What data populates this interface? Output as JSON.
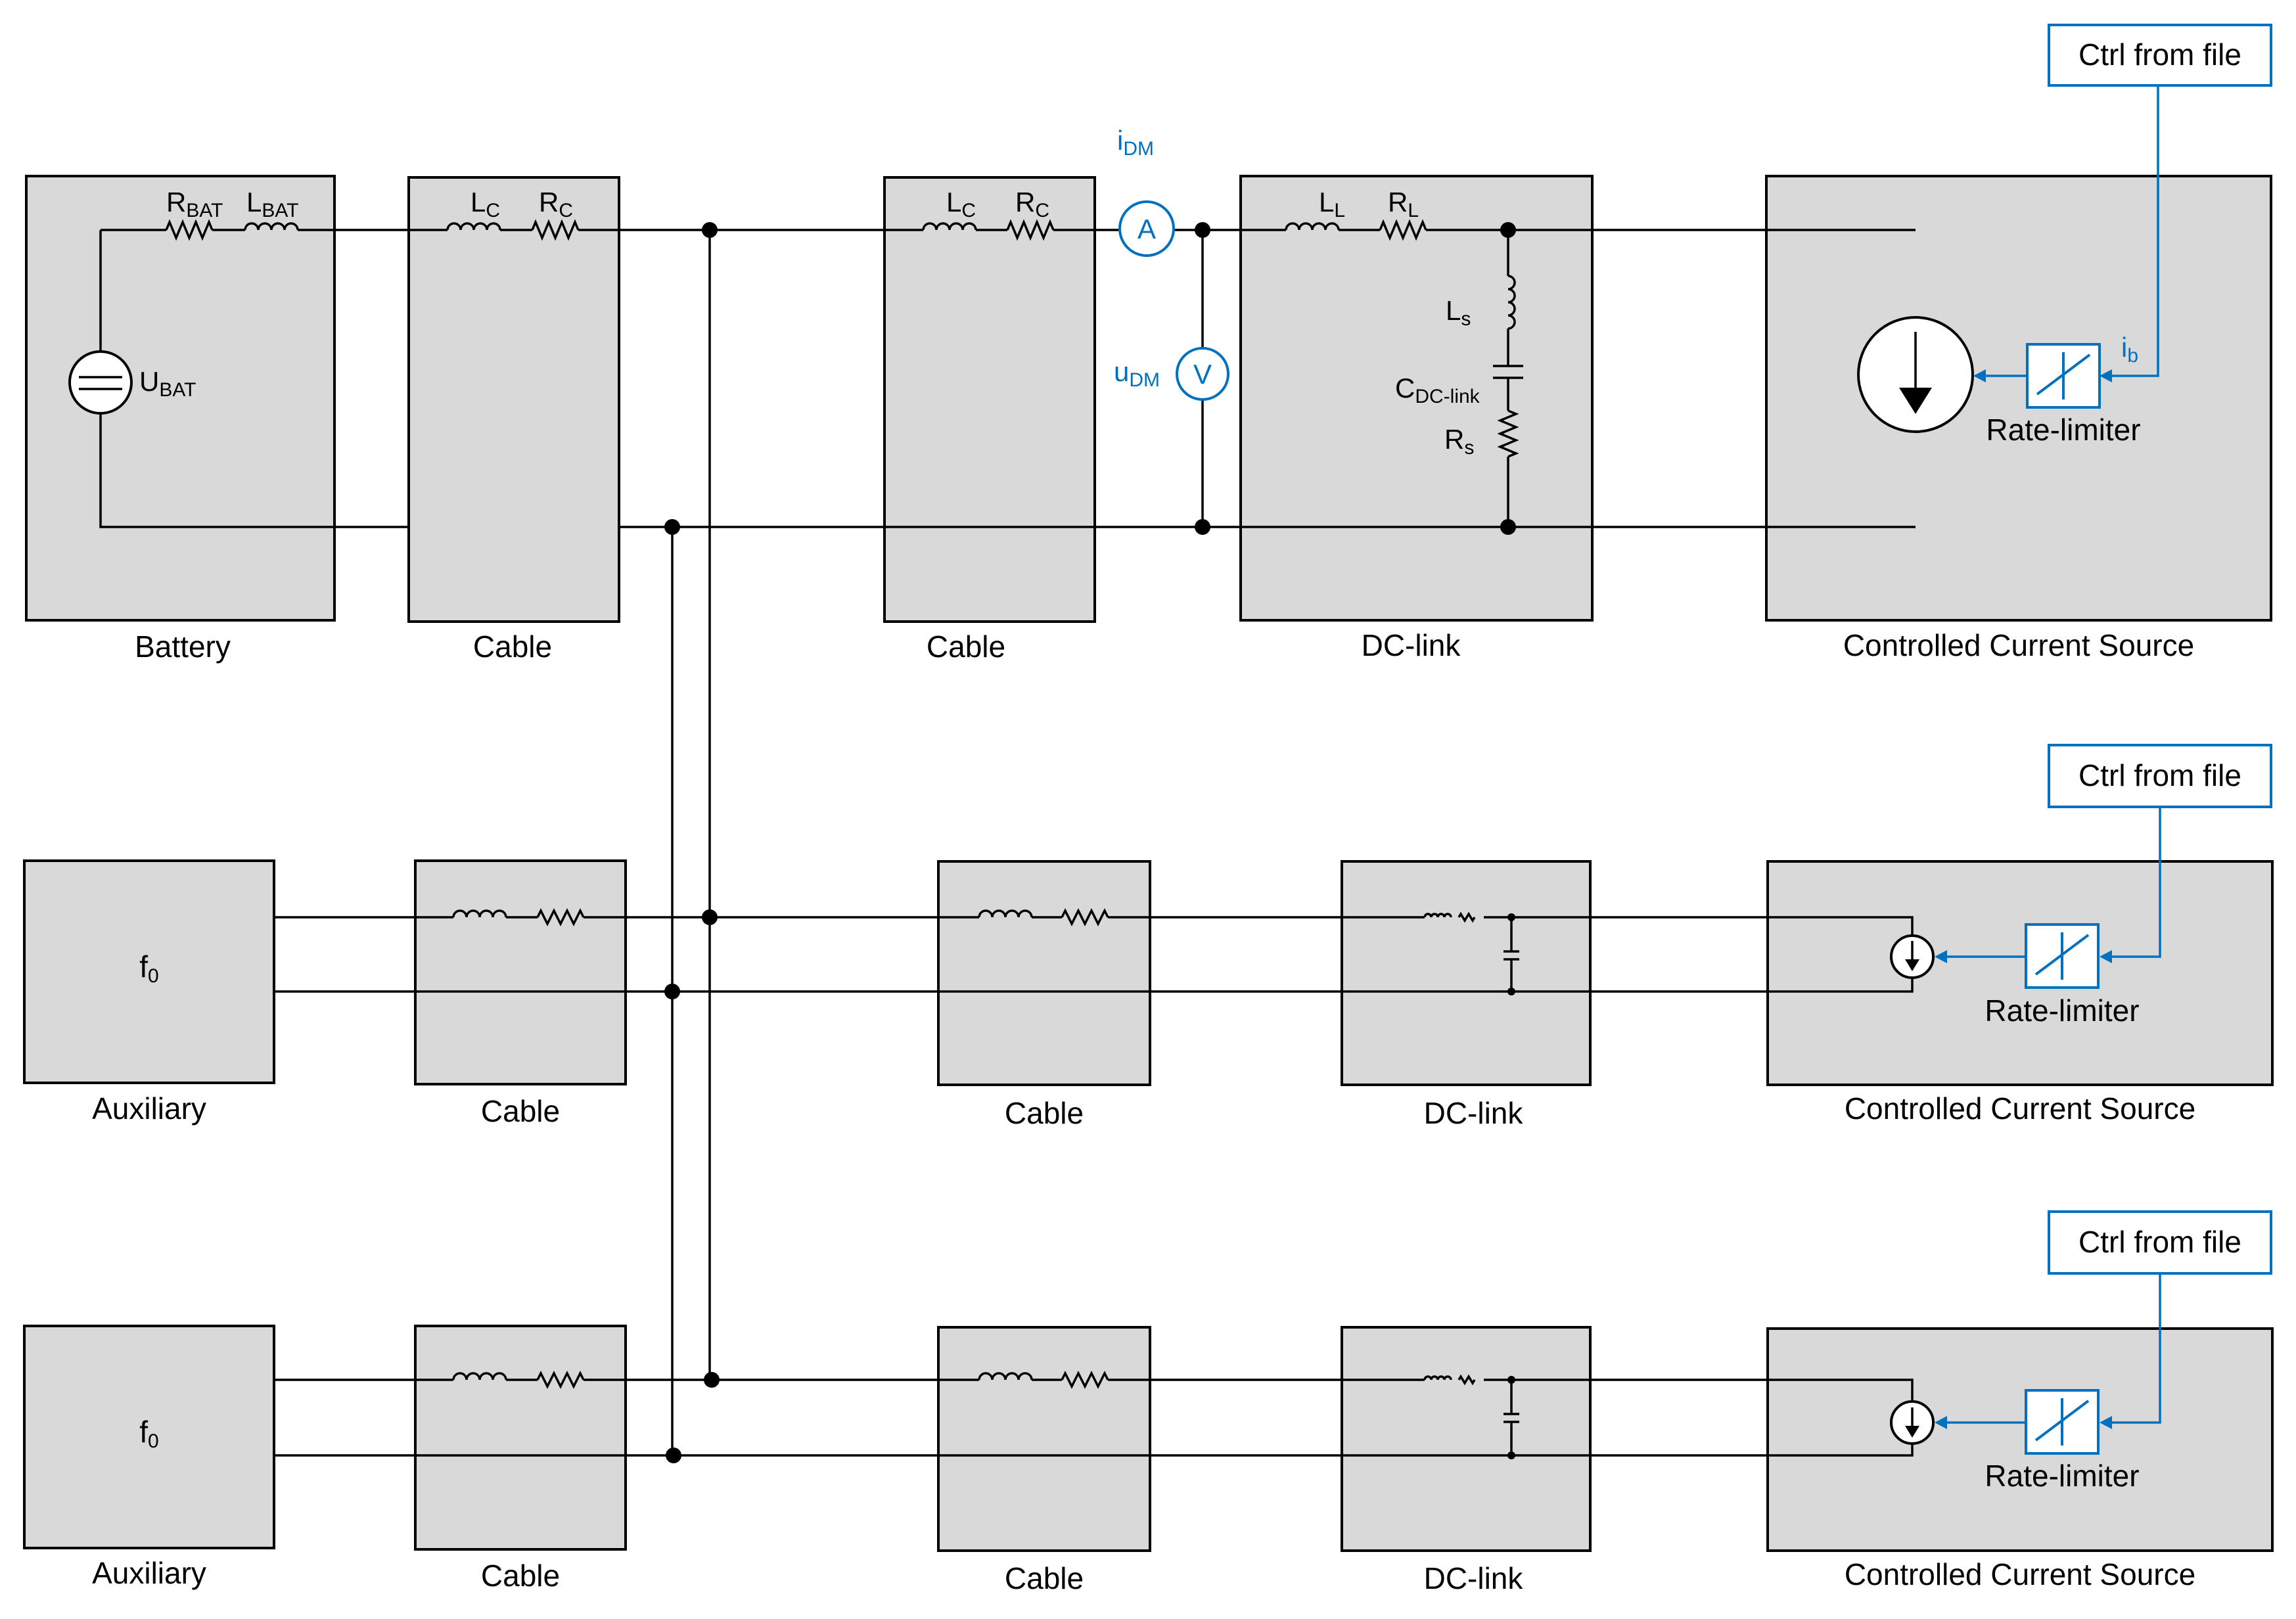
{
  "rows": {
    "top": {
      "battery": {
        "label": "Battery",
        "r_bat": "R",
        "r_bat_sub": "BAT",
        "l_bat": "L",
        "l_bat_sub": "BAT",
        "u_bat": "U",
        "u_bat_sub": "BAT"
      },
      "cable1": {
        "label": "Cable",
        "lc": "L",
        "lc_sub": "C",
        "rc": "R",
        "rc_sub": "C"
      },
      "cable2": {
        "label": "Cable",
        "lc": "L",
        "lc_sub": "C",
        "rc": "R",
        "rc_sub": "C"
      },
      "meters": {
        "ammeter": "A",
        "voltmeter": "V",
        "i_dm": "i",
        "i_dm_sub": "DM",
        "u_dm": "u",
        "u_dm_sub": "DM"
      },
      "dclink": {
        "label": "DC-link",
        "ll": "L",
        "ll_sub": "L",
        "rl": "R",
        "rl_sub": "L",
        "ls": "L",
        "ls_sub": "s",
        "c": "C",
        "c_sub": "DC-link",
        "rs": "R",
        "rs_sub": "s"
      },
      "source": {
        "label": "Controlled Current Source",
        "rate_limiter": "Rate-limiter",
        "ib": "i",
        "ib_sub": "b",
        "ctrl": "Ctrl from file"
      }
    },
    "middle": {
      "aux": {
        "label": "Auxiliary",
        "f0": "f",
        "f0_sub": "0"
      },
      "cable1": {
        "label": "Cable"
      },
      "cable2": {
        "label": "Cable"
      },
      "dclink": {
        "label": "DC-link"
      },
      "source": {
        "label": "Controlled Current Source",
        "rate_limiter": "Rate-limiter",
        "ctrl": "Ctrl from file"
      }
    },
    "bottom": {
      "aux": {
        "label": "Auxiliary",
        "f0": "f",
        "f0_sub": "0"
      },
      "cable1": {
        "label": "Cable"
      },
      "cable2": {
        "label": "Cable"
      },
      "dclink": {
        "label": "DC-link"
      },
      "source": {
        "label": "Controlled Current Source",
        "rate_limiter": "Rate-limiter",
        "ctrl": "Ctrl from file"
      }
    }
  },
  "colors": {
    "box_fill": "#d9d9d9",
    "accent": "#0070c0",
    "wire": "#000000"
  }
}
